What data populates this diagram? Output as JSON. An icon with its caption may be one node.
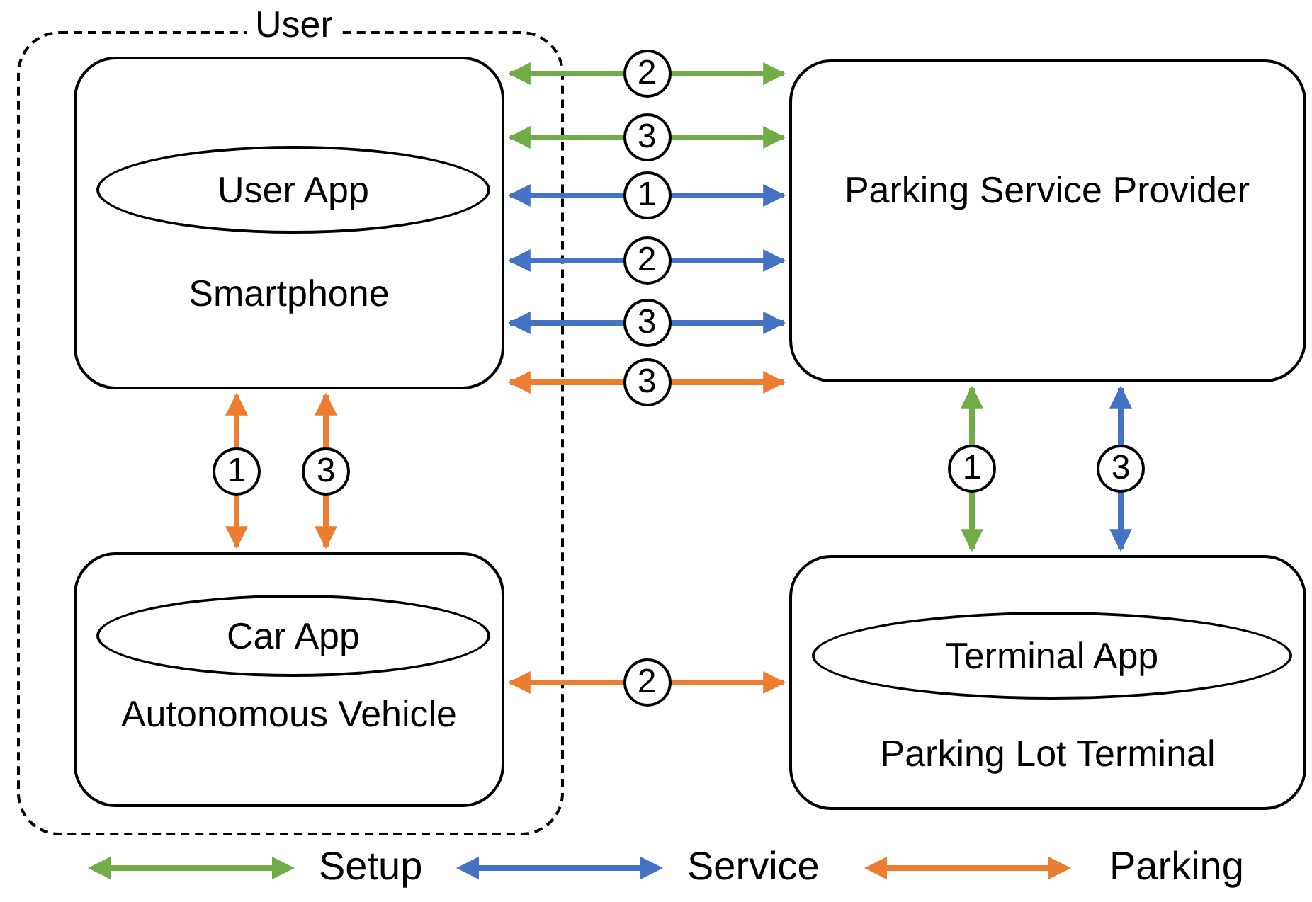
{
  "diagram": {
    "nodes": [
      {
        "text": [
          "User"
        ]
      },
      {
        "text": [
          "Smartphone"
        ],
        "in": 0
      },
      {
        "text": [
          "User App"
        ],
        "in": 1
      },
      {
        "text": [
          "Parking Service Provider"
        ]
      },
      {
        "text": [
          "Autonomous Vehicle"
        ],
        "in": 0
      },
      {
        "text": [
          "Car App"
        ],
        "in": 4
      },
      {
        "text": [
          "Parking Lot Terminal"
        ]
      },
      {
        "text": [
          "Terminal App"
        ],
        "in": 6
      }
    ],
    "edges": [
      {
        "from": 1,
        "to": 3,
        "arrow": "both",
        "label": "2",
        "color": "#70ad47"
      },
      {
        "from": 1,
        "to": 3,
        "arrow": "both",
        "label": "3",
        "color": "#70ad47"
      },
      {
        "from": 1,
        "to": 3,
        "arrow": "both",
        "label": "1",
        "color": "#4472c4"
      },
      {
        "from": 1,
        "to": 3,
        "arrow": "both",
        "label": "2",
        "color": "#4472c4"
      },
      {
        "from": 1,
        "to": 3,
        "arrow": "both",
        "label": "3",
        "color": "#4472c4"
      },
      {
        "from": 1,
        "to": 3,
        "arrow": "both",
        "label": "3",
        "color": "#ed7d31"
      },
      {
        "from": 1,
        "to": 4,
        "arrow": "both",
        "label": "1",
        "color": "#ed7d31"
      },
      {
        "from": 1,
        "to": 4,
        "arrow": "both",
        "label": "3",
        "color": "#ed7d31"
      },
      {
        "from": 3,
        "to": 6,
        "arrow": "both",
        "label": "1",
        "color": "#70ad47"
      },
      {
        "from": 3,
        "to": 6,
        "arrow": "both",
        "label": "3",
        "color": "#4472c4"
      },
      {
        "from": 4,
        "to": 6,
        "arrow": "both",
        "label": "2",
        "color": "#ed7d31"
      }
    ],
    "legend": [
      {
        "text": "Setup",
        "color": "#70ad47"
      },
      {
        "text": "Service",
        "color": "#4472c4"
      },
      {
        "text": "Parking",
        "color": "#ed7d31"
      }
    ]
  }
}
